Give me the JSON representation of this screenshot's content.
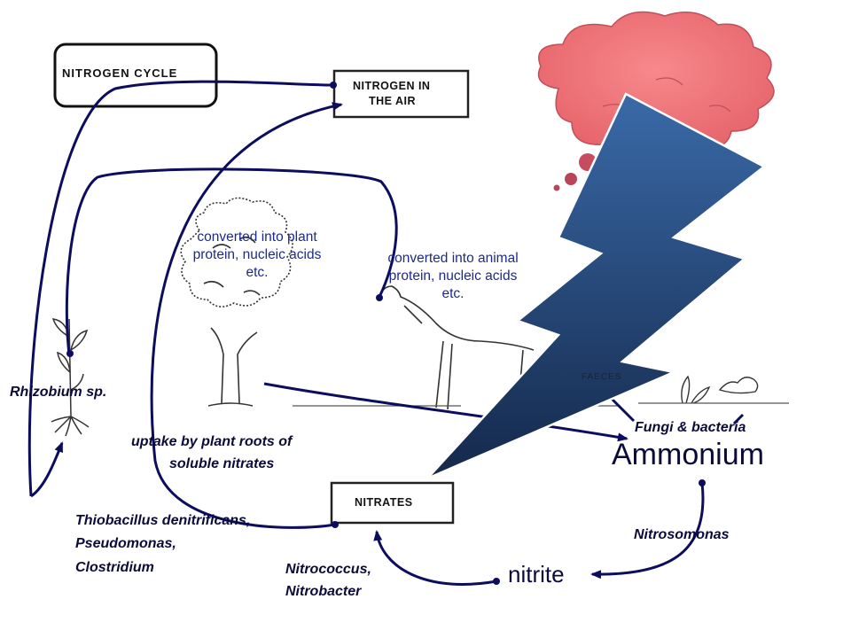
{
  "title_box": "NITROGEN CYCLE",
  "boxes": {
    "air": [
      "NITROGEN IN",
      "THE AIR"
    ],
    "nitrates": "NITRATES"
  },
  "sketch_label": "FAECES",
  "labels": {
    "plant_conversion": "converted into plant protein, nucleic acids etc.",
    "animal_conversion": "converted into animal protein, nucleic acids etc.",
    "rhizobium": "Rhizobium sp.",
    "fungi": "Fungi & bacteria",
    "uptake_line1": "uptake by plant roots of",
    "uptake_line2": "soluble nitrates",
    "denitrifiers": [
      "Thiobacillus denitrificans,",
      "Pseudomonas,",
      "Clostridium"
    ],
    "nitrococcus": [
      "Nitrococcus,",
      "Nitrobacter"
    ],
    "nitrosomonas": "Nitrosomonas",
    "ammonium": "Ammonium",
    "nitrite": "nitrite"
  },
  "colors": {
    "arrow": "#0d0d5e",
    "cloud": "#f0787a",
    "lightning_top": "#3a6aa8",
    "lightning_bottom": "#14284a"
  }
}
